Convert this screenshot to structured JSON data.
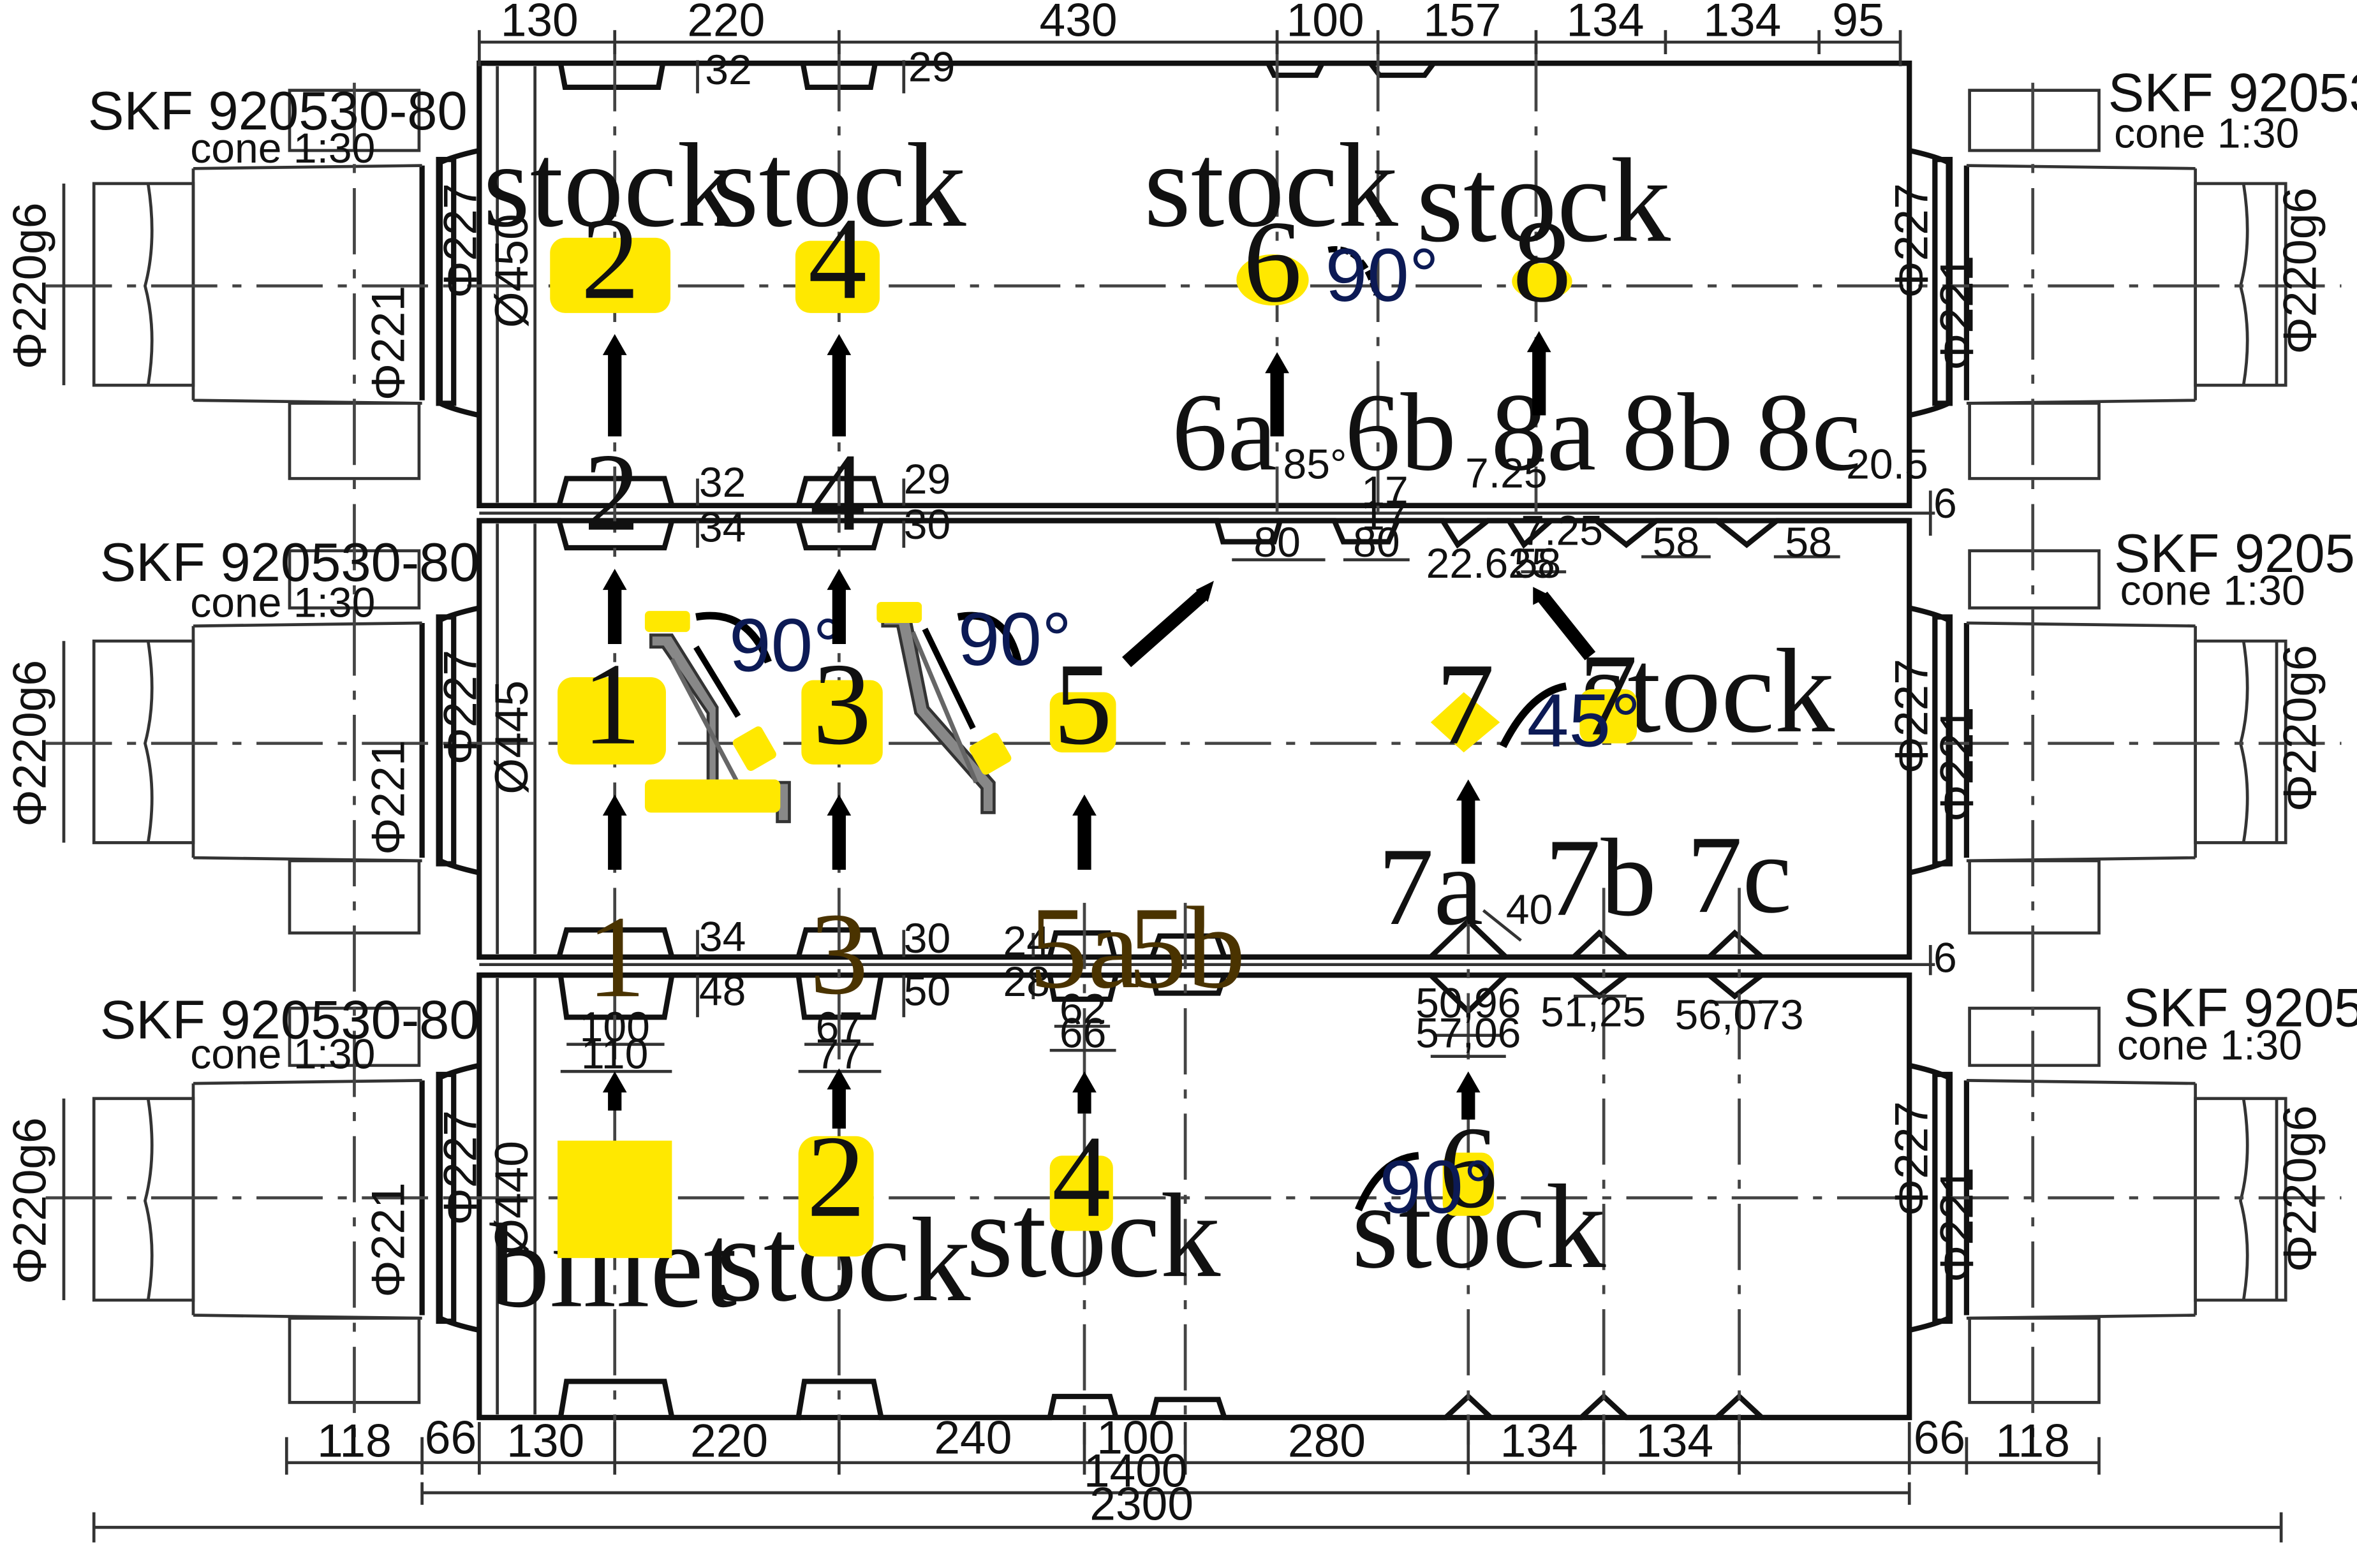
{
  "bearings": {
    "model": "SKF 920530-80",
    "cone": "cone 1:30"
  },
  "journal": {
    "tolerance_label": "Φ220g6",
    "shoulder_227": "Φ227",
    "shoulder_221": "Φ221"
  },
  "rolls": {
    "top": {
      "diameter_label": "Ø450"
    },
    "middle": {
      "diameter_label": "Ø445"
    },
    "bottom": {
      "diameter_label": "Ø440"
    }
  },
  "top_dimensions": [
    "130",
    "220",
    "430",
    "100",
    "157",
    "134",
    "134",
    "95"
  ],
  "bottom_dimensions": [
    "118",
    "66",
    "130",
    "220",
    "240",
    "100",
    "280",
    "134",
    "134",
    "66",
    "118"
  ],
  "overall": {
    "barrel_length": "1400",
    "total_length": "2300"
  },
  "groove_dims": {
    "d32a": "32",
    "d29a": "29",
    "d32b": "32",
    "d29b": "29",
    "d34a": "34",
    "d30a": "30",
    "d34b": "34",
    "d30b": "30",
    "d24": "24",
    "d48": "48",
    "d50": "50",
    "d28": "28",
    "w100": "100",
    "w110": "110",
    "w67": "67",
    "w77": "77",
    "w62": "62",
    "w66": "66",
    "w80a": "80",
    "w80b": "80",
    "d17a": "17",
    "d17b": "17",
    "a85": "85°",
    "d7_25a": "7.25",
    "d7_25b": "7.25",
    "w22_625": "22.625",
    "w58a": "58",
    "w58b": "58",
    "w58c": "58",
    "d20_5": "20.5",
    "gap6a": "6",
    "gap6b": "6",
    "d40": "40",
    "w50_96": "50,96",
    "w57_06": "57,06",
    "w51_25": "51,25",
    "w56_073": "56,073"
  },
  "pass_labels": {
    "p1": "1",
    "p2": "2",
    "p3": "3",
    "p4": "4",
    "p5a": "5a",
    "p5b": "5b",
    "p6a": "6a",
    "p6b": "6b",
    "p7a": "7a",
    "p7b": "7b",
    "p7c": "7c",
    "p8a": "8a",
    "p8b": "8b",
    "p8c": "8c"
  },
  "stock_boxes": {
    "top": [
      "2",
      "4",
      "6",
      "8"
    ],
    "middle": [
      "1",
      "3",
      "5",
      "7",
      "7"
    ],
    "bottom": [
      "2",
      "4",
      "6"
    ]
  },
  "texts": {
    "stock": "stock",
    "billet": "billet",
    "ang90a": "90°",
    "ang90b": "90°",
    "ang90c": "90°",
    "ang90d": "90°",
    "ang45": "45°"
  },
  "colors": {
    "highlight": "#ffe800",
    "angle_text": "#0c1a55"
  }
}
